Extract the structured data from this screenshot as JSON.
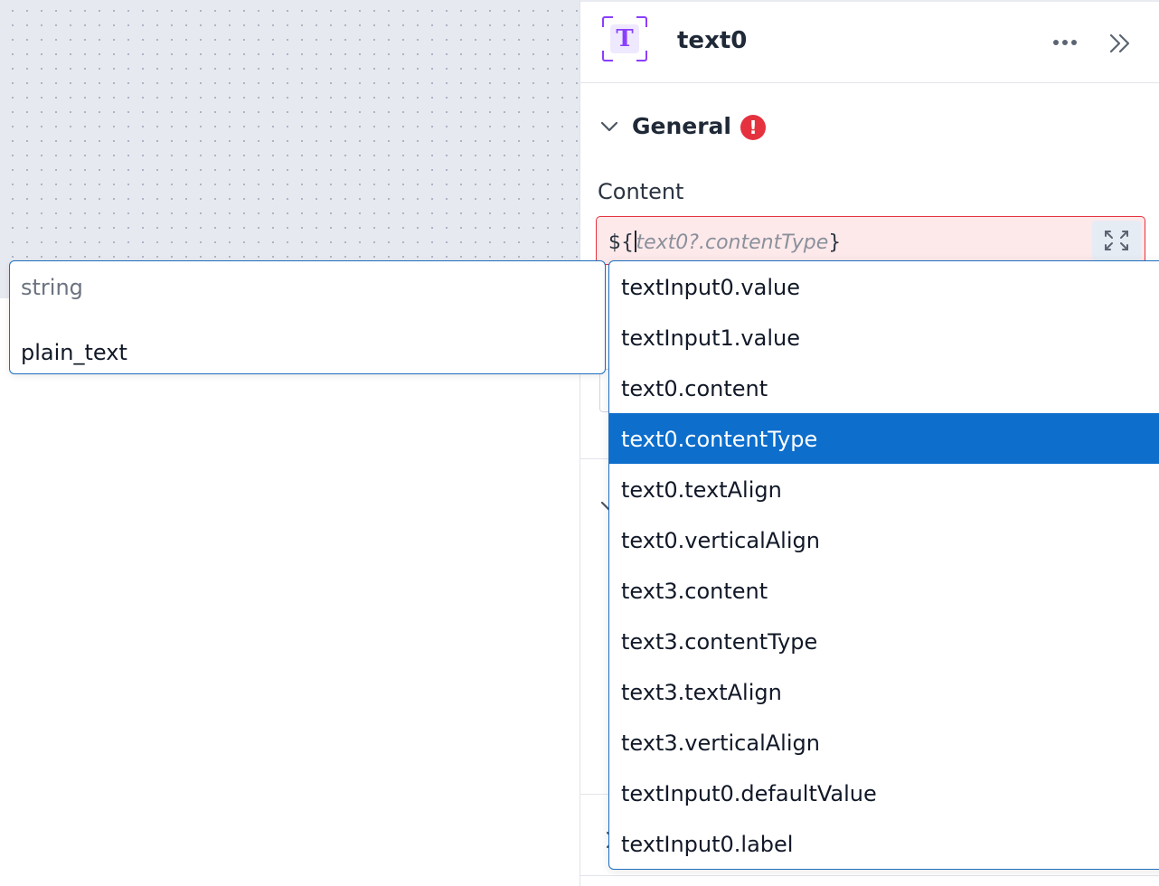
{
  "component": {
    "icon": "text-component-icon",
    "icon_glyph": "T",
    "name": "text0"
  },
  "header": {
    "more_icon": "ellipsis-icon",
    "collapse_icon": "double-chevron-right-icon"
  },
  "general": {
    "title": "General",
    "error_glyph": "!",
    "content_label": "Content"
  },
  "content_input": {
    "prefix": "${",
    "placeholder": "text0?.contentType",
    "suffix": "}"
  },
  "type_tooltip": {
    "type_label": "string",
    "type_value": "plain_text"
  },
  "autocomplete": {
    "items": [
      {
        "label": "textInput0.value"
      },
      {
        "label": "textInput1.value"
      },
      {
        "label": "text0.content"
      },
      {
        "label": "text0.contentType",
        "selected": true
      },
      {
        "label": "text0.textAlign"
      },
      {
        "label": "text0.verticalAlign"
      },
      {
        "label": "text3.content"
      },
      {
        "label": "text3.contentType"
      },
      {
        "label": "text3.textAlign"
      },
      {
        "label": "text3.verticalAlign"
      },
      {
        "label": "textInput0.defaultValue"
      },
      {
        "label": "textInput0.label"
      }
    ]
  },
  "colors": {
    "accent": "#8a3ffc",
    "error": "#e5323f",
    "selection": "#0d6ecc",
    "focus_border": "#1f6fbf"
  }
}
